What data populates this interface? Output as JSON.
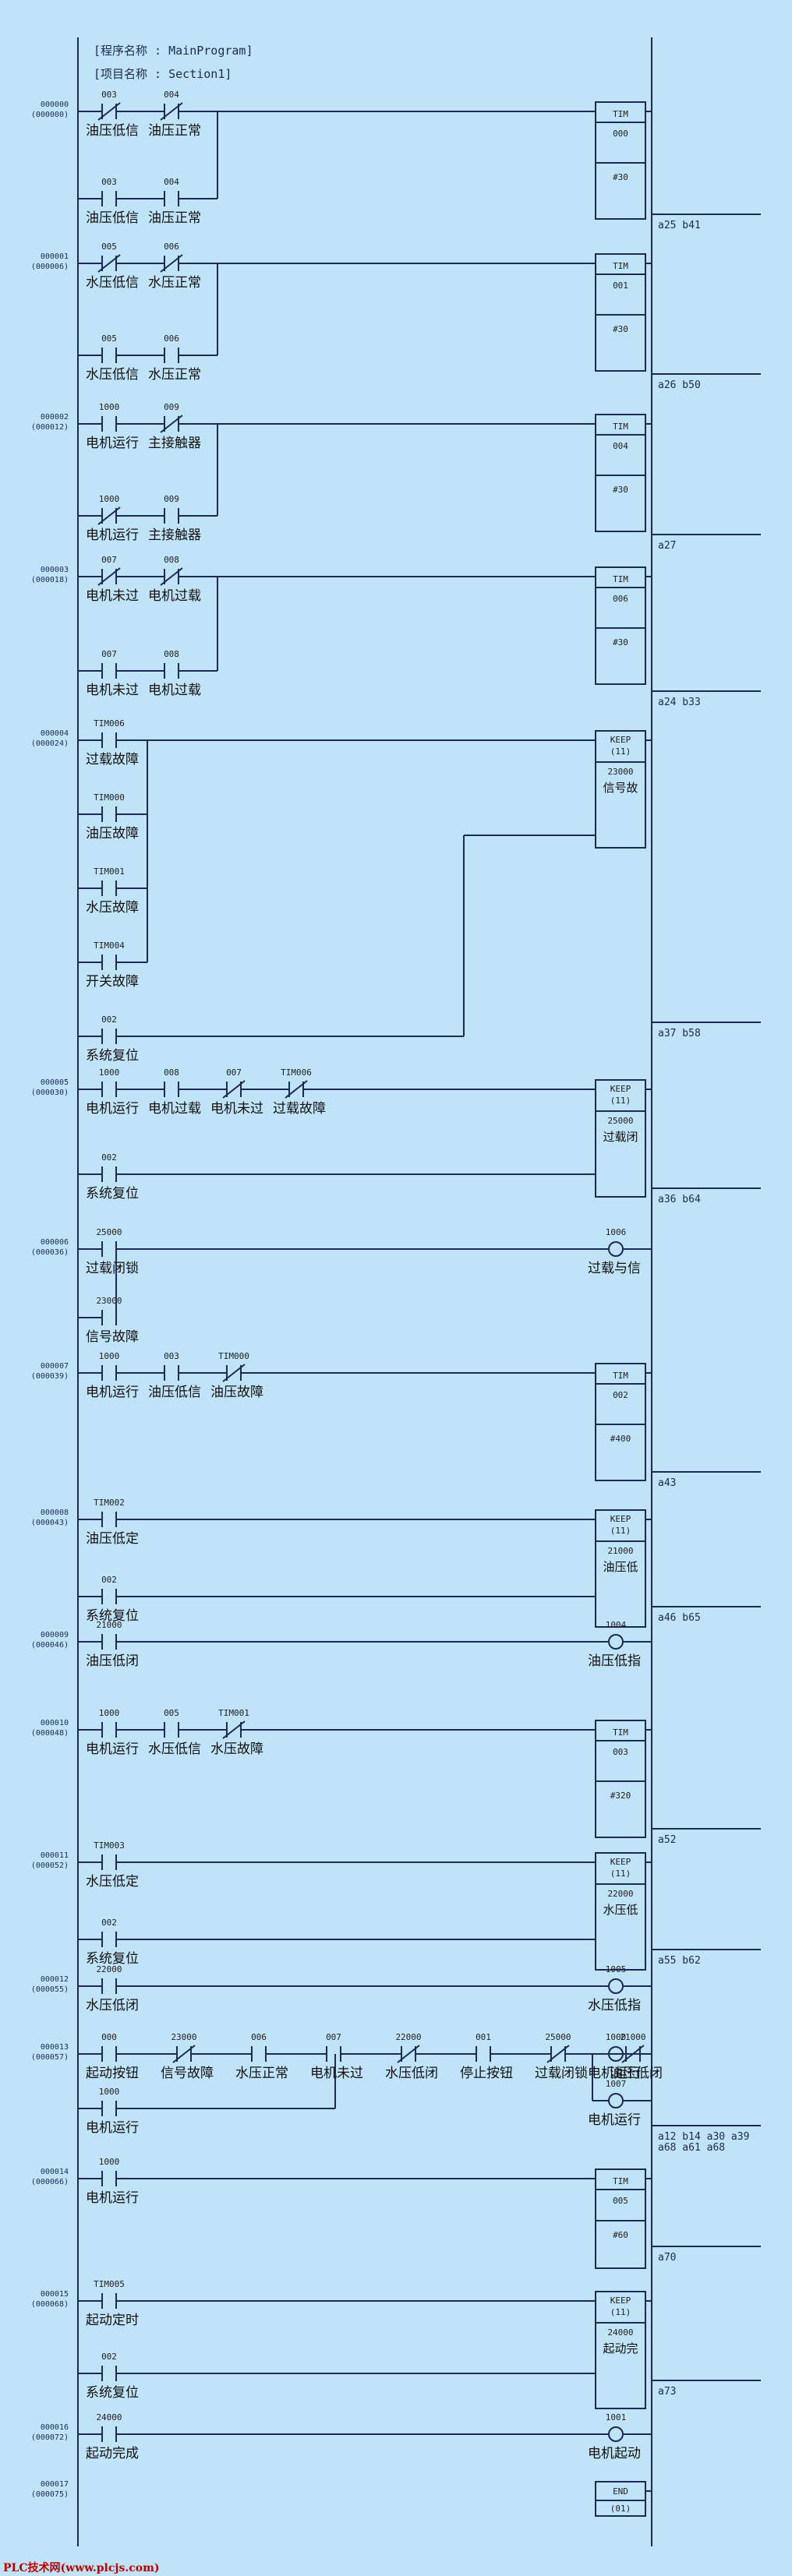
{
  "header": {
    "program_name": "[程序名称 : MainProgram]",
    "section_name": "[项目名称 : Section1]"
  },
  "footer": "PLC技术网(www.plcjs.com)",
  "rungs": [
    {
      "addr": [
        "000000",
        "(000000)"
      ],
      "rows": [
        [
          {
            "no": "003",
            "name": "油压低信",
            "nc": true
          },
          {
            "no": "004",
            "name": "油压正常",
            "nc": true
          }
        ],
        [
          {
            "no": "003",
            "name": "油压低信"
          },
          {
            "no": "004",
            "name": "油压正常"
          }
        ]
      ],
      "output": {
        "type": "box",
        "lines": [
          "TIM",
          "000",
          "#30"
        ]
      },
      "xrefs": [
        "a25 b41"
      ]
    },
    {
      "addr": [
        "000001",
        "(000006)"
      ],
      "rows": [
        [
          {
            "no": "005",
            "name": "水压低信",
            "nc": true
          },
          {
            "no": "006",
            "name": "水压正常",
            "nc": true
          }
        ],
        [
          {
            "no": "005",
            "name": "水压低信"
          },
          {
            "no": "006",
            "name": "水压正常"
          }
        ]
      ],
      "output": {
        "type": "box",
        "lines": [
          "TIM",
          "001",
          "#30"
        ]
      },
      "xrefs": [
        "a26 b50"
      ]
    },
    {
      "addr": [
        "000002",
        "(000012)"
      ],
      "rows": [
        [
          {
            "no": "1000",
            "name": "电机运行"
          },
          {
            "no": "009",
            "name": "主接触器",
            "nc": true
          }
        ],
        [
          {
            "no": "1000",
            "name": "电机运行",
            "nc": true
          },
          {
            "no": "009",
            "name": "主接触器"
          }
        ]
      ],
      "output": {
        "type": "box",
        "lines": [
          "TIM",
          "004",
          "#30"
        ]
      },
      "xrefs": [
        "a27"
      ]
    },
    {
      "addr": [
        "000003",
        "(000018)"
      ],
      "rows": [
        [
          {
            "no": "007",
            "name": "电机未过",
            "nc": true
          },
          {
            "no": "008",
            "name": "电机过载",
            "nc": true
          }
        ],
        [
          {
            "no": "007",
            "name": "电机未过"
          },
          {
            "no": "008",
            "name": "电机过载"
          }
        ]
      ],
      "output": {
        "type": "box",
        "lines": [
          "TIM",
          "006",
          "#30"
        ]
      },
      "xrefs": [
        "a24 b33"
      ]
    },
    {
      "addr": [
        "000004",
        "(000024)"
      ],
      "rows": [
        [
          {
            "no": "TIM006",
            "name": "过载故障"
          }
        ],
        [
          {
            "no": "TIM000",
            "name": "油压故障"
          }
        ],
        [
          {
            "no": "TIM001",
            "name": "水压故障"
          }
        ],
        [
          {
            "no": "TIM004",
            "name": "开关故障"
          }
        ],
        [
          {
            "no": "002",
            "name": "系统复位"
          }
        ]
      ],
      "output": {
        "type": "keep",
        "lines": [
          "KEEP",
          "(11)",
          "23000",
          "信号故"
        ]
      },
      "xrefs": [
        "a37 b58"
      ]
    },
    {
      "addr": [
        "000005",
        "(000030)"
      ],
      "rows": [
        [
          {
            "no": "1000",
            "name": "电机运行"
          },
          {
            "no": "008",
            "name": "电机过载"
          },
          {
            "no": "007",
            "name": "电机未过",
            "nc": true
          },
          {
            "no": "TIM006",
            "name": "过载故障",
            "nc": true
          }
        ],
        [
          {
            "no": "002",
            "name": "系统复位"
          }
        ]
      ],
      "output": {
        "type": "keep",
        "lines": [
          "KEEP",
          "(11)",
          "25000",
          "过载闭"
        ]
      },
      "xrefs": [
        "a36 b64"
      ]
    },
    {
      "addr": [
        "000006",
        "(000036)"
      ],
      "rows": [
        [
          {
            "no": "25000",
            "name": "过载闭锁"
          }
        ],
        [
          {
            "no": "23000",
            "name": "信号故障"
          }
        ]
      ],
      "output": {
        "type": "coil",
        "no": "1006",
        "name": "过载与信"
      },
      "xrefs": []
    },
    {
      "addr": [
        "000007",
        "(000039)"
      ],
      "rows": [
        [
          {
            "no": "1000",
            "name": "电机运行"
          },
          {
            "no": "003",
            "name": "油压低信"
          },
          {
            "no": "TIM000",
            "name": "油压故障",
            "nc": true
          }
        ]
      ],
      "output": {
        "type": "box",
        "lines": [
          "TIM",
          "002",
          "#400"
        ]
      },
      "xrefs": [
        "a43"
      ]
    },
    {
      "addr": [
        "000008",
        "(000043)"
      ],
      "rows": [
        [
          {
            "no": "TIM002",
            "name": "油压低定"
          }
        ],
        [
          {
            "no": "002",
            "name": "系统复位"
          }
        ]
      ],
      "output": {
        "type": "keep",
        "lines": [
          "KEEP",
          "(11)",
          "21000",
          "油压低"
        ]
      },
      "xrefs": [
        "a46 b65"
      ]
    },
    {
      "addr": [
        "000009",
        "(000046)"
      ],
      "rows": [
        [
          {
            "no": "21000",
            "name": "油压低闭"
          }
        ]
      ],
      "output": {
        "type": "coil",
        "no": "1004",
        "name": "油压低指"
      },
      "xrefs": []
    },
    {
      "addr": [
        "000010",
        "(000048)"
      ],
      "rows": [
        [
          {
            "no": "1000",
            "name": "电机运行"
          },
          {
            "no": "005",
            "name": "水压低信"
          },
          {
            "no": "TIM001",
            "name": "水压故障",
            "nc": true
          }
        ]
      ],
      "output": {
        "type": "box",
        "lines": [
          "TIM",
          "003",
          "#320"
        ]
      },
      "xrefs": [
        "a52"
      ]
    },
    {
      "addr": [
        "000011",
        "(000052)"
      ],
      "rows": [
        [
          {
            "no": "TIM003",
            "name": "水压低定"
          }
        ],
        [
          {
            "no": "002",
            "name": "系统复位"
          }
        ]
      ],
      "output": {
        "type": "keep",
        "lines": [
          "KEEP",
          "(11)",
          "22000",
          "水压低"
        ]
      },
      "xrefs": [
        "a55 b62"
      ]
    },
    {
      "addr": [
        "000012",
        "(000055)"
      ],
      "rows": [
        [
          {
            "no": "22000",
            "name": "水压低闭"
          }
        ]
      ],
      "output": {
        "type": "coil",
        "no": "1005",
        "name": "水压低指"
      },
      "xrefs": []
    },
    {
      "addr": [
        "000013",
        "(000057)"
      ],
      "rows": [
        [
          {
            "no": "000",
            "name": "起动按钮"
          },
          {
            "no": "23000",
            "name": "信号故障",
            "nc": true
          },
          {
            "no": "006",
            "name": "水压正常"
          },
          {
            "no": "007",
            "name": "电机未过"
          },
          {
            "no": "22000",
            "name": "水压低闭",
            "nc": true
          },
          {
            "no": "001",
            "name": "停止按钮"
          },
          {
            "no": "25000",
            "name": "过载闭锁",
            "nc": true
          },
          {
            "no": "21000",
            "name": "油压低闭",
            "nc": true
          }
        ],
        [
          {
            "no": "1000",
            "name": "电机运行"
          }
        ]
      ],
      "output": {
        "type": "coil2",
        "items": [
          {
            "no": "1000",
            "name": "电机运行"
          },
          {
            "no": "1007",
            "name": "电机运行"
          }
        ]
      },
      "xrefs": [
        "a12 b14 a30 a39",
        "a68 a61 a68"
      ]
    },
    {
      "addr": [
        "000014",
        "(000066)"
      ],
      "rows": [
        [
          {
            "no": "1000",
            "name": "电机运行"
          }
        ]
      ],
      "output": {
        "type": "box",
        "lines": [
          "TIM",
          "005",
          "#60"
        ]
      },
      "xrefs": [
        "a70"
      ]
    },
    {
      "addr": [
        "000015",
        "(000068)"
      ],
      "rows": [
        [
          {
            "no": "TIM005",
            "name": "起动定时"
          }
        ],
        [
          {
            "no": "002",
            "name": "系统复位"
          }
        ]
      ],
      "output": {
        "type": "keep",
        "lines": [
          "KEEP",
          "(11)",
          "24000",
          "起动完"
        ]
      },
      "xrefs": [
        "a73"
      ]
    },
    {
      "addr": [
        "000016",
        "(000072)"
      ],
      "rows": [
        [
          {
            "no": "24000",
            "name": "起动完成"
          }
        ]
      ],
      "output": {
        "type": "coil",
        "no": "1001",
        "name": "电机起动"
      },
      "xrefs": []
    },
    {
      "addr": [
        "000017",
        "(000075)"
      ],
      "rows": [],
      "output": {
        "type": "end",
        "lines": [
          "END",
          "(01)"
        ]
      },
      "xrefs": []
    }
  ]
}
